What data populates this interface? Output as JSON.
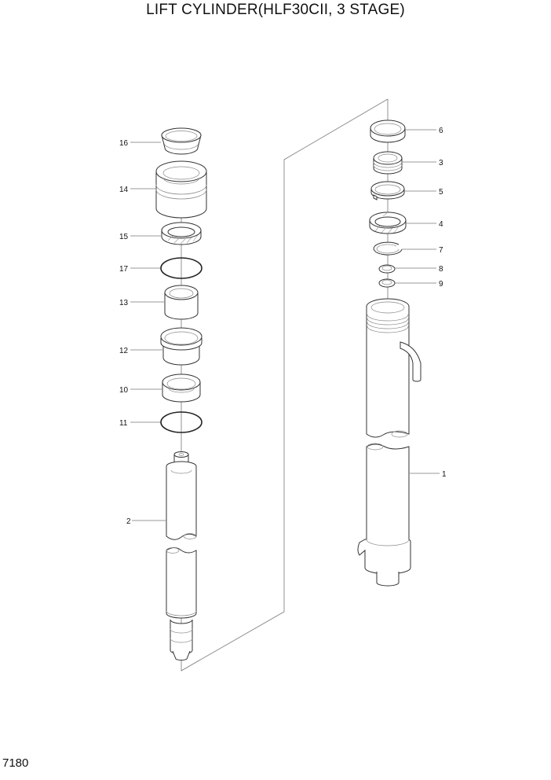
{
  "title": "LIFT CYLINDER(HLF30CII, 3 STAGE)",
  "page_code": "7180",
  "left_assembly": {
    "callouts": [
      {
        "label": "16",
        "part": "wiper-ring"
      },
      {
        "label": "14",
        "part": "cylinder-head"
      },
      {
        "label": "15",
        "part": "rod-seal"
      },
      {
        "label": "17",
        "part": "o-ring"
      },
      {
        "label": "13",
        "part": "bushing"
      },
      {
        "label": "12",
        "part": "flanged-bushing"
      },
      {
        "label": "10",
        "part": "piston-ring"
      },
      {
        "label": "11",
        "part": "o-ring"
      },
      {
        "label": "2",
        "part": "piston-rod"
      }
    ]
  },
  "right_assembly": {
    "callouts": [
      {
        "label": "6",
        "part": "wiper-ring"
      },
      {
        "label": "3",
        "part": "piston"
      },
      {
        "label": "5",
        "part": "split-ring"
      },
      {
        "label": "4",
        "part": "seal"
      },
      {
        "label": "7",
        "part": "snap-ring"
      },
      {
        "label": "8",
        "part": "small-ring"
      },
      {
        "label": "9",
        "part": "small-ring"
      },
      {
        "label": "1",
        "part": "cylinder-tube"
      }
    ]
  }
}
